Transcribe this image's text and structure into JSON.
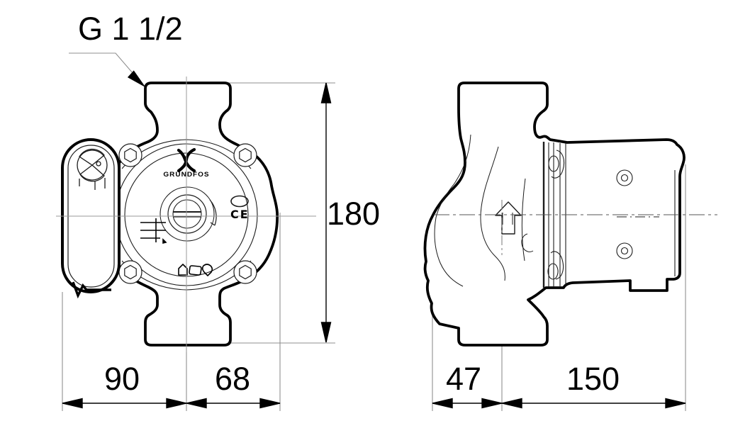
{
  "drawing": {
    "thread_label": "G 1 1/2",
    "brand": "GRUNDFOS",
    "ce_text": "CE",
    "dims": {
      "overall_height": "180",
      "front_left_width": "90",
      "front_right_width": "68",
      "side_left_width": "47",
      "side_right_width": "150"
    },
    "icons": [
      "grundfos-logo-icon",
      "ce-mark-icon",
      "flow-direction-arrow-icon",
      "speed-selector-knob-icon",
      "vent-screw-icon",
      "approval-marks-icon",
      "hex-bolt-icon"
    ],
    "colors": {
      "outline": "#000000",
      "thin_line": "#1c1c1c",
      "dim_gray": "#8f8f8f",
      "background": "#ffffff"
    }
  }
}
